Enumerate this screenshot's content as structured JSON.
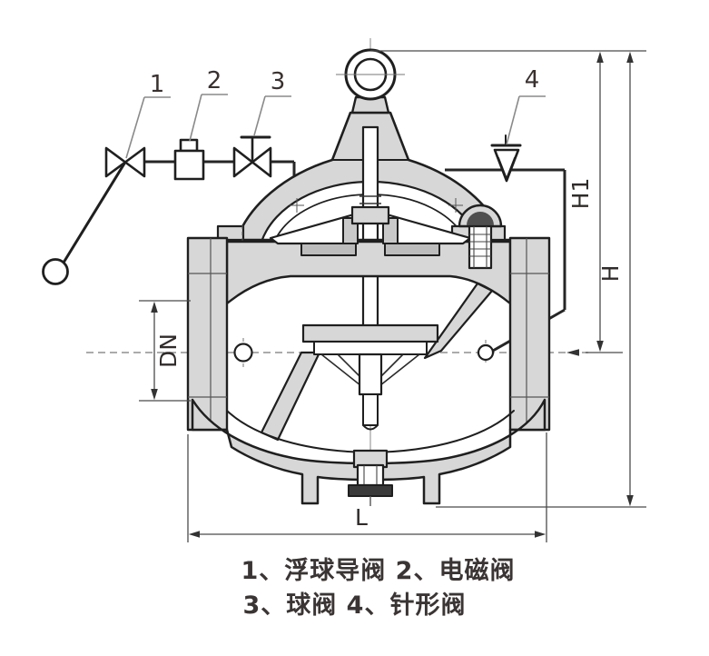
{
  "drawing": {
    "kind": "valve cross-section technical drawing",
    "background": "#ffffff"
  },
  "callouts": [
    {
      "num": "1",
      "label": "浮球导阀"
    },
    {
      "num": "2",
      "label": "电磁阀"
    },
    {
      "num": "3",
      "label": "球阀"
    },
    {
      "num": "4",
      "label": "针形阀"
    }
  ],
  "dimensions": {
    "h1": "H1",
    "h": "H",
    "dn": "DN",
    "l": "L"
  },
  "caption": {
    "line1": "1、浮球导阀 2、电磁阀",
    "line2": "3、球阀 4、针形阀"
  },
  "colors": {
    "body_fill": "#d7d7d7",
    "outline": "#1f1f1f",
    "dimension_line": "#4a4a4a",
    "leader_line": "#8a8a8a",
    "text": "#39312f",
    "background": "#ffffff"
  }
}
